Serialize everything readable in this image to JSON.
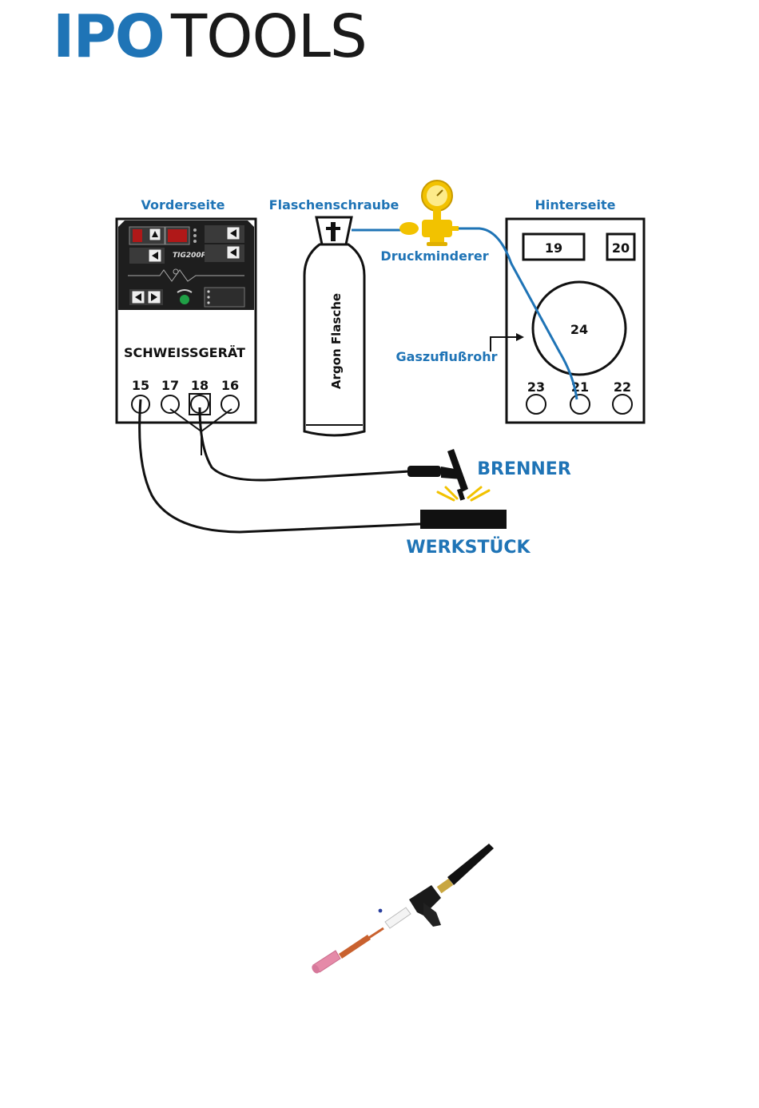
{
  "brand": {
    "logo_part1": "IPO",
    "logo_part2": "TOOLS",
    "blue": "#1f74b6"
  },
  "diagram": {
    "front_label": "Vorderseite",
    "bottle_screw_label": "Flaschenschraube",
    "back_label": "Hinterseite",
    "regulator_label": "Druckminderer",
    "gas_pipe_label": "Gaszuflußrohr",
    "welder_label": "SCHWEISSGERÄT",
    "cylinder_label": "Argon Flasche",
    "torch_label": "BRENNER",
    "workpiece_label": "WERKSTÜCK",
    "panel_model": "TIG200PD",
    "front_ports": [
      "15",
      "17",
      "18",
      "16"
    ],
    "back_slots": {
      "top_left": "19",
      "top_right": "20",
      "fan": "24"
    },
    "back_ports": [
      "23",
      "21",
      "22"
    ]
  }
}
